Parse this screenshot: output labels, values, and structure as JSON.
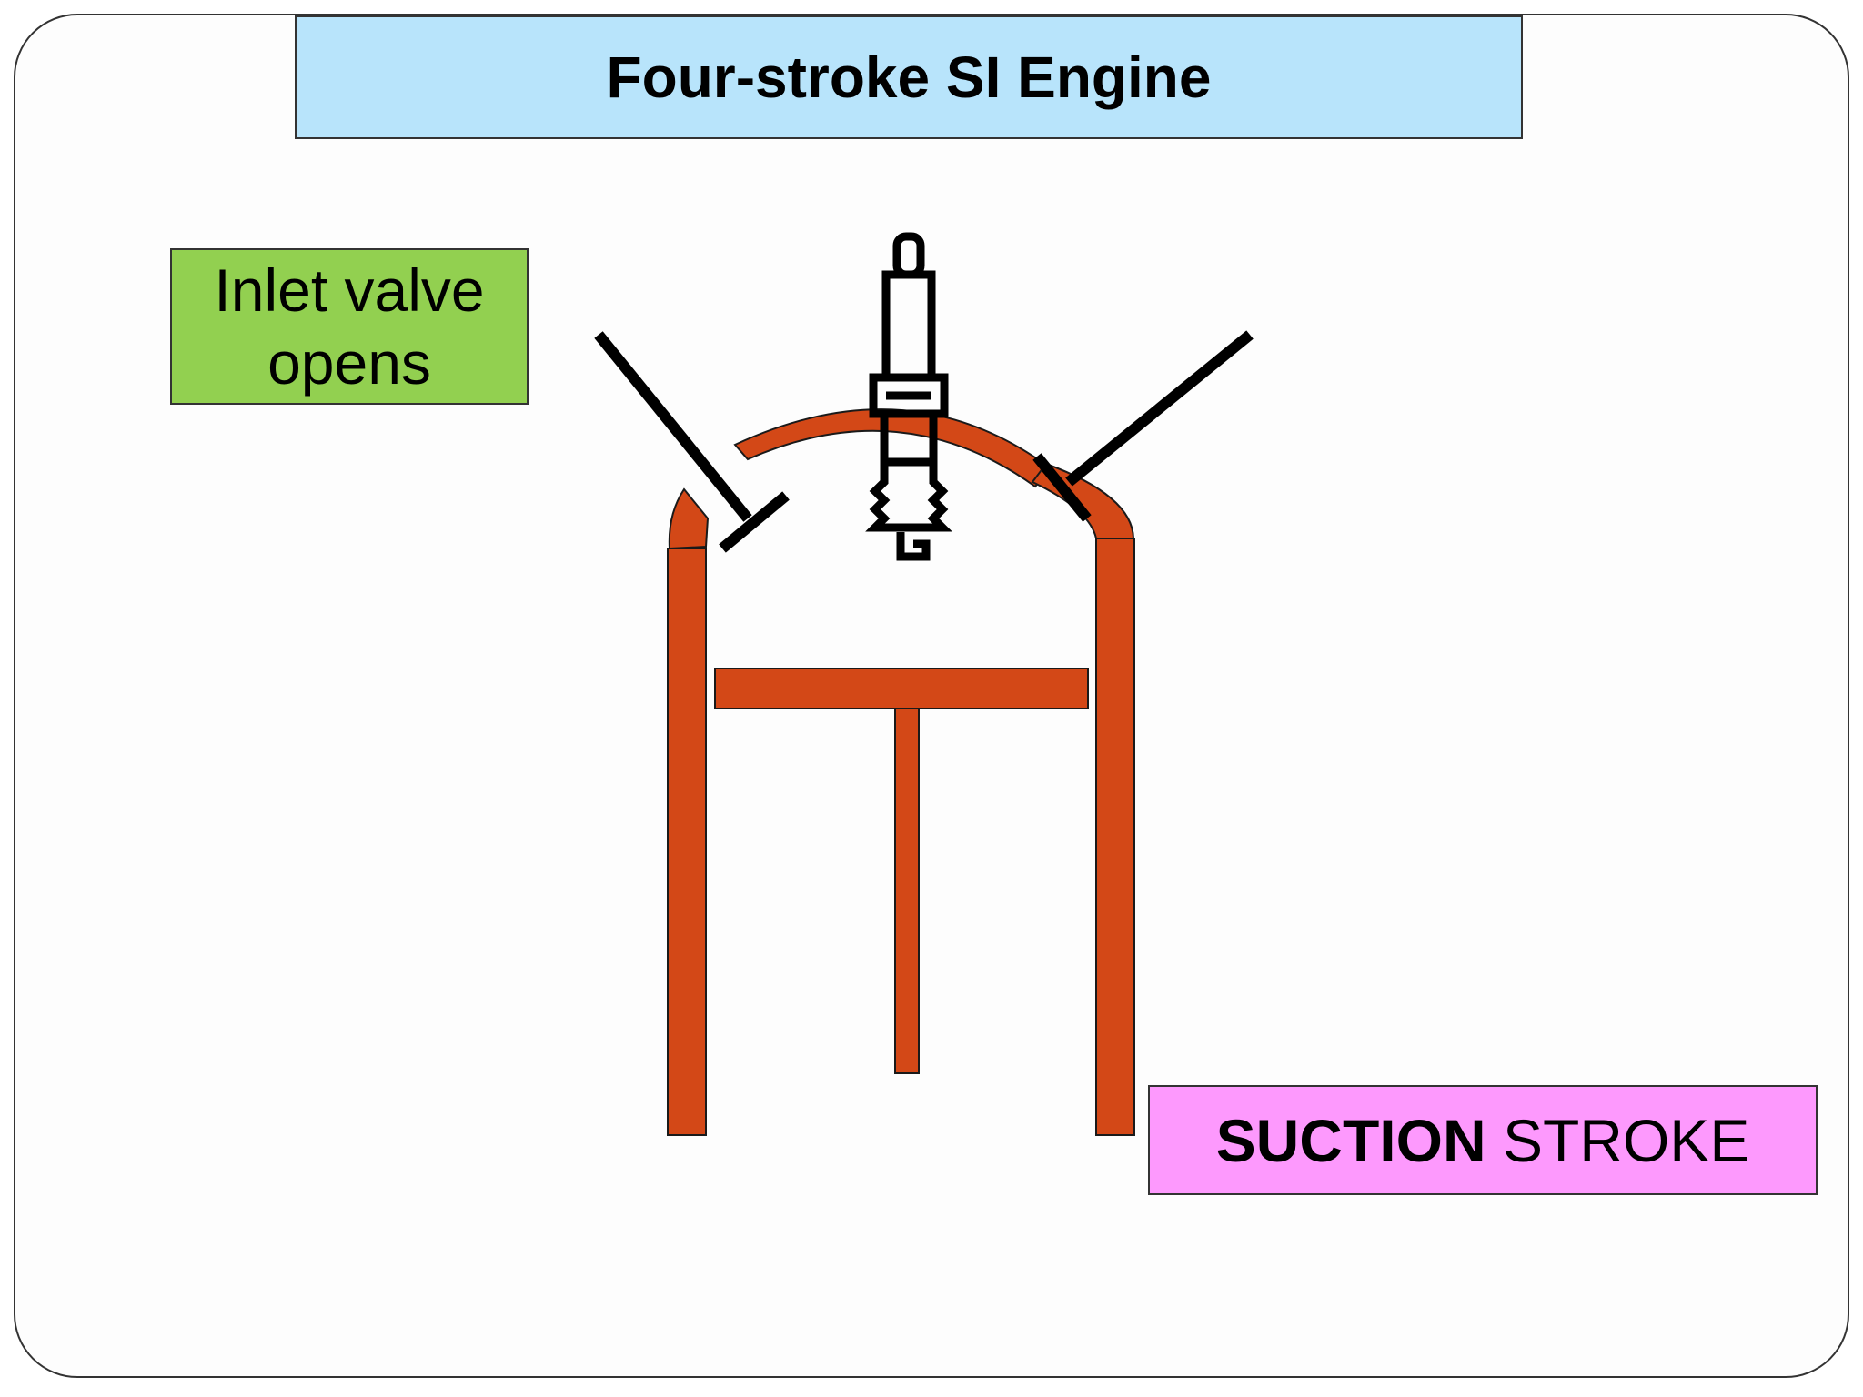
{
  "title": "Four-stroke SI Engine",
  "annotation": {
    "line1": "Inlet valve",
    "line2": "opens"
  },
  "stroke_label": {
    "bold": "SUCTION",
    "normal": "STROKE"
  },
  "colors": {
    "title_fill": "#b8e4fb",
    "annotation_fill": "#92d050",
    "stroke_label_fill": "#fd99fd",
    "cylinder_fill": "#d34817",
    "valve_color": "#000000"
  },
  "icons": [
    "spark-plug-icon"
  ]
}
